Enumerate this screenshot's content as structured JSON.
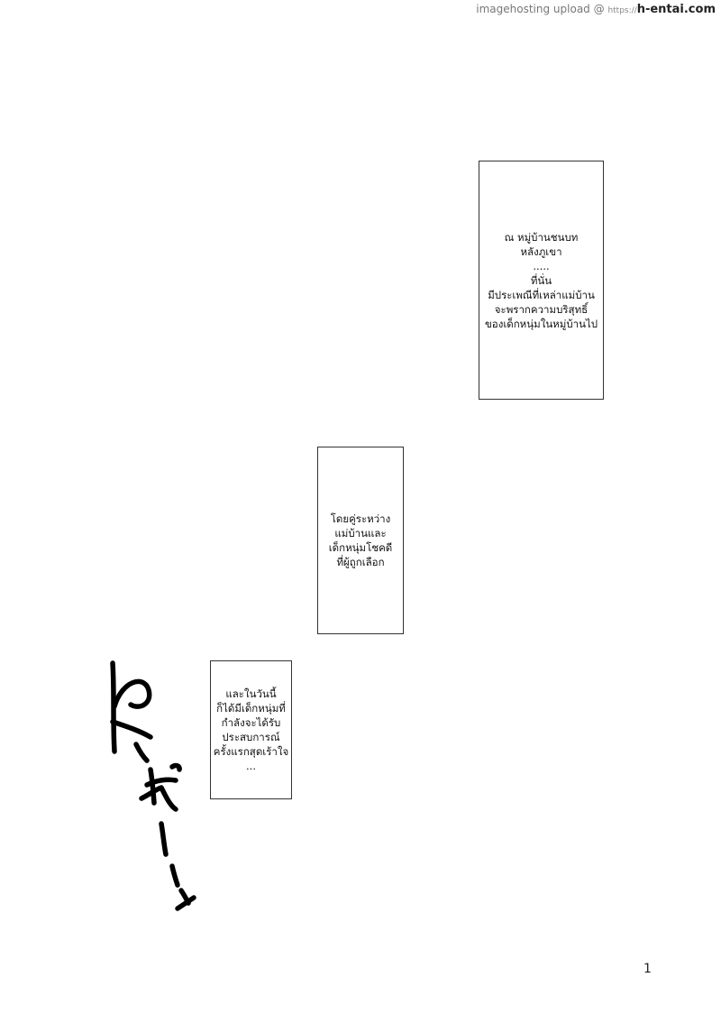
{
  "watermark": {
    "text": "imagehosting upload @",
    "prefix": "https://",
    "domain": "h-entai.com"
  },
  "captions": [
    {
      "lines": [
        "ณ หมู่บ้านชนบท",
        "หลังภูเขา",
        ".....",
        "ที่นั่น",
        "มีประเพณีที่เหล่าแม่บ้าน",
        "จะพรากความบริสุทธิ์",
        "ของเด็กหนุ่มในหมู่บ้านไป"
      ]
    },
    {
      "lines": [
        "โดยคู่ระหว่าง",
        "แม่บ้านและ",
        "เด็กหนุ่มโชคดี",
        "ที่ผู้ถูกเลือก"
      ]
    },
    {
      "lines": [
        "และในวันนี้",
        "ก็ได้มีเด็กหนุ่มที่",
        "กำลังจะได้รับ",
        "ประสบการณ์",
        "ครั้งแรกสุดเร้าใจ",
        "..."
      ]
    }
  ],
  "page_number": "1"
}
